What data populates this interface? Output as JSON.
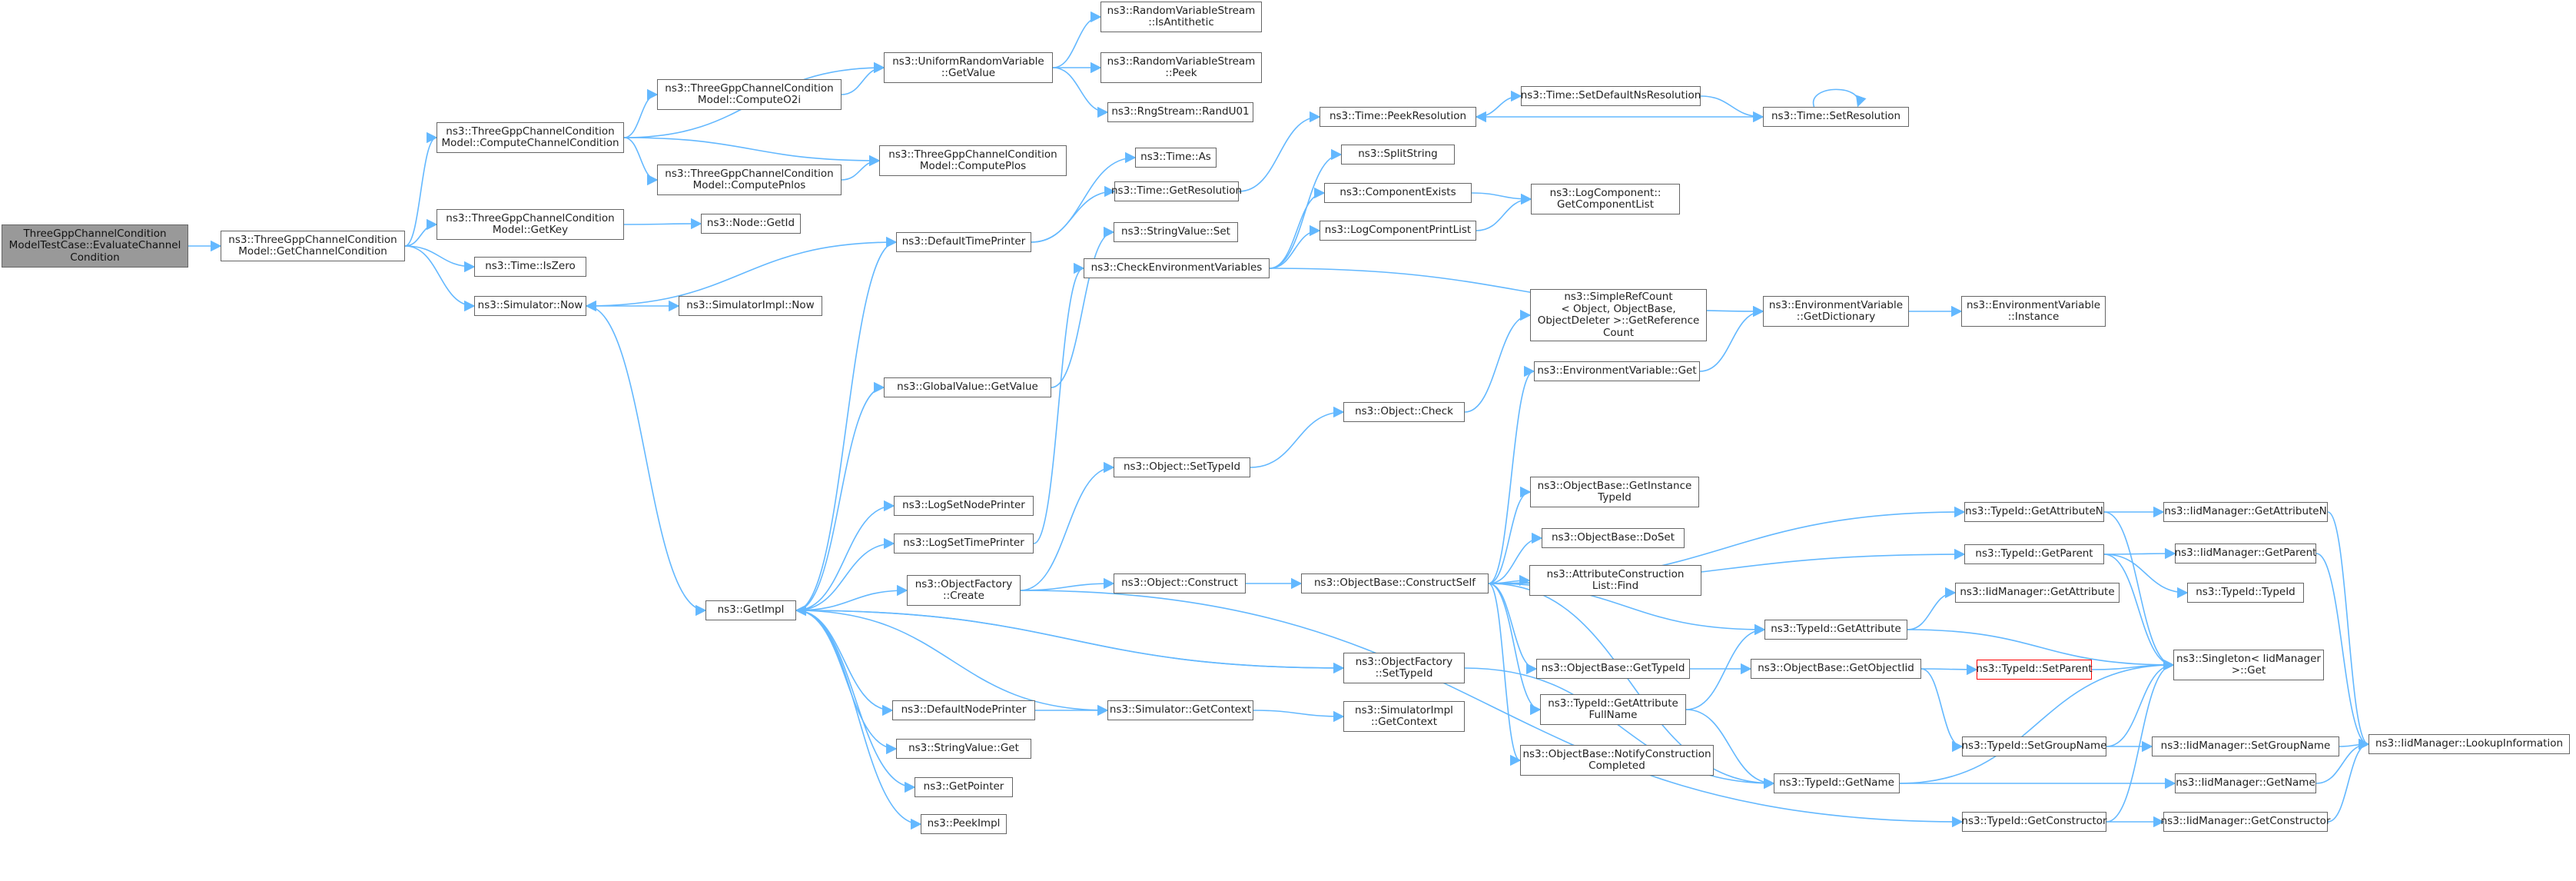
{
  "graph": {
    "nodes": [
      {
        "id": "root",
        "lines": [
          "ThreeGppChannelCondition",
          "ModelTestCase::EvaluateChannel",
          "Condition"
        ]
      },
      {
        "id": "getcc",
        "lines": [
          "ns3::ThreeGppChannelCondition",
          "Model::GetChannelCondition"
        ]
      },
      {
        "id": "computecc",
        "lines": [
          "ns3::ThreeGppChannelCondition",
          "Model::ComputeChannelCondition"
        ]
      },
      {
        "id": "getkey",
        "lines": [
          "ns3::ThreeGppChannelCondition",
          "Model::GetKey"
        ]
      },
      {
        "id": "iszero",
        "lines": [
          "ns3::Time::IsZero"
        ]
      },
      {
        "id": "simnow",
        "lines": [
          "ns3::Simulator::Now"
        ]
      },
      {
        "id": "simimplnow",
        "lines": [
          "ns3::SimulatorImpl::Now"
        ]
      },
      {
        "id": "nodegetid",
        "lines": [
          "ns3::Node::GetId"
        ]
      },
      {
        "id": "o2i",
        "lines": [
          "ns3::ThreeGppChannelCondition",
          "Model::ComputeO2i"
        ]
      },
      {
        "id": "pnlos",
        "lines": [
          "ns3::ThreeGppChannelCondition",
          "Model::ComputePnlos"
        ]
      },
      {
        "id": "plos",
        "lines": [
          "ns3::ThreeGppChannelCondition",
          "Model::ComputePlos"
        ]
      },
      {
        "id": "urv",
        "lines": [
          "ns3::UniformRandomVariable",
          "::GetValue"
        ]
      },
      {
        "id": "isanti",
        "lines": [
          "ns3::RandomVariableStream",
          "::IsAntithetic"
        ]
      },
      {
        "id": "peek",
        "lines": [
          "ns3::RandomVariableStream",
          "::Peek"
        ]
      },
      {
        "id": "randu01",
        "lines": [
          "ns3::RngStream::RandU01"
        ]
      },
      {
        "id": "deftimeprinter",
        "lines": [
          "ns3::DefaultTimePrinter"
        ]
      },
      {
        "id": "timeas",
        "lines": [
          "ns3::Time::As"
        ]
      },
      {
        "id": "getres",
        "lines": [
          "ns3::Time::GetResolution"
        ]
      },
      {
        "id": "peekres",
        "lines": [
          "ns3::Time::PeekResolution"
        ]
      },
      {
        "id": "setdefns",
        "lines": [
          "ns3::Time::SetDefaultNsResolution"
        ]
      },
      {
        "id": "setres",
        "lines": [
          "ns3::Time::SetResolution"
        ]
      },
      {
        "id": "strvalset",
        "lines": [
          "ns3::StringValue::Set"
        ]
      },
      {
        "id": "checkenv",
        "lines": [
          "ns3::CheckEnvironmentVariables"
        ]
      },
      {
        "id": "splitstr",
        "lines": [
          "ns3::SplitString"
        ]
      },
      {
        "id": "compexists",
        "lines": [
          "ns3::ComponentExists"
        ]
      },
      {
        "id": "logcomplist",
        "lines": [
          "ns3::LogComponentPrintList"
        ]
      },
      {
        "id": "getcomplist",
        "lines": [
          "ns3::LogComponent::",
          "GetComponentList"
        ]
      },
      {
        "id": "envgetdict",
        "lines": [
          "ns3::EnvironmentVariable",
          "::GetDictionary"
        ]
      },
      {
        "id": "envinst",
        "lines": [
          "ns3::EnvironmentVariable",
          "::Instance"
        ]
      },
      {
        "id": "refcount",
        "lines": [
          "ns3::SimpleRefCount",
          "< Object, ObjectBase,",
          "ObjectDeleter >::GetReference",
          "Count"
        ]
      },
      {
        "id": "envget",
        "lines": [
          "ns3::EnvironmentVariable::Get"
        ]
      },
      {
        "id": "objcheck",
        "lines": [
          "ns3::Object::Check"
        ]
      },
      {
        "id": "globalgetval",
        "lines": [
          "ns3::GlobalValue::GetValue"
        ]
      },
      {
        "id": "settypeid",
        "lines": [
          "ns3::Object::SetTypeId"
        ]
      },
      {
        "id": "getinsttid",
        "lines": [
          "ns3::ObjectBase::GetInstance",
          "TypeId"
        ]
      },
      {
        "id": "doset",
        "lines": [
          "ns3::ObjectBase::DoSet"
        ]
      },
      {
        "id": "attrfind",
        "lines": [
          "ns3::AttributeConstruction",
          "List::Find"
        ]
      },
      {
        "id": "logsetnode",
        "lines": [
          "ns3::LogSetNodePrinter"
        ]
      },
      {
        "id": "logsettime",
        "lines": [
          "ns3::LogSetTimePrinter"
        ]
      },
      {
        "id": "objfactcreate",
        "lines": [
          "ns3::ObjectFactory",
          "::Create"
        ]
      },
      {
        "id": "objconstruct",
        "lines": [
          "ns3::Object::Construct"
        ]
      },
      {
        "id": "constructself",
        "lines": [
          "ns3::ObjectBase::ConstructSelf"
        ]
      },
      {
        "id": "getimpl",
        "lines": [
          "ns3::GetImpl"
        ]
      },
      {
        "id": "objfactsettid",
        "lines": [
          "ns3::ObjectFactory",
          "::SetTypeId"
        ]
      },
      {
        "id": "defnodeprinter",
        "lines": [
          "ns3::DefaultNodePrinter"
        ]
      },
      {
        "id": "simgetctx",
        "lines": [
          "ns3::Simulator::GetContext"
        ]
      },
      {
        "id": "simimplgetctx",
        "lines": [
          "ns3::SimulatorImpl",
          "::GetContext"
        ]
      },
      {
        "id": "strvalget",
        "lines": [
          "ns3::StringValue::Get"
        ]
      },
      {
        "id": "getpointer",
        "lines": [
          "ns3::GetPointer"
        ]
      },
      {
        "id": "peekimpl",
        "lines": [
          "ns3::PeekImpl"
        ]
      },
      {
        "id": "obgettid",
        "lines": [
          "ns3::ObjectBase::GetTypeId"
        ]
      },
      {
        "id": "getattrfull",
        "lines": [
          "ns3::TypeId::GetAttribute",
          "FullName"
        ]
      },
      {
        "id": "notifycc",
        "lines": [
          "ns3::ObjectBase::NotifyConstruction",
          "Completed"
        ]
      },
      {
        "id": "tidgetattrn",
        "lines": [
          "ns3::TypeId::GetAttributeN"
        ]
      },
      {
        "id": "tidgetparent",
        "lines": [
          "ns3::TypeId::GetParent"
        ]
      },
      {
        "id": "tidgetattr",
        "lines": [
          "ns3::TypeId::GetAttribute"
        ]
      },
      {
        "id": "obgetobjtid",
        "lines": [
          "ns3::ObjectBase::GetObjectIid"
        ]
      },
      {
        "id": "tidsetparent",
        "lines": [
          "ns3::TypeId::SetParent"
        ]
      },
      {
        "id": "tidsetgroup",
        "lines": [
          "ns3::TypeId::SetGroupName"
        ]
      },
      {
        "id": "tidgetname",
        "lines": [
          "ns3::TypeId::GetName"
        ]
      },
      {
        "id": "tidgetctor",
        "lines": [
          "ns3::TypeId::GetConstructor"
        ]
      },
      {
        "id": "iidgetattrn",
        "lines": [
          "ns3::IidManager::GetAttributeN"
        ]
      },
      {
        "id": "iidgetparent",
        "lines": [
          "ns3::IidManager::GetParent"
        ]
      },
      {
        "id": "tidtid",
        "lines": [
          "ns3::TypeId::TypeId"
        ]
      },
      {
        "id": "iidgetattr",
        "lines": [
          "ns3::IidManager::GetAttribute"
        ]
      },
      {
        "id": "singleton",
        "lines": [
          "ns3::Singleton< IidManager",
          ">::Get"
        ]
      },
      {
        "id": "iidsetgroup",
        "lines": [
          "ns3::IidManager::SetGroupName"
        ]
      },
      {
        "id": "iidgetname",
        "lines": [
          "ns3::IidManager::GetName"
        ]
      },
      {
        "id": "iidgetctor",
        "lines": [
          "ns3::IidManager::GetConstructor"
        ]
      },
      {
        "id": "iidlookup",
        "lines": [
          "ns3::IidManager::LookupInformation"
        ]
      }
    ]
  },
  "colors": {
    "edge": "#63b8ff",
    "border": "#666666",
    "root_fill": "#999999",
    "highlight": "#ff0000"
  }
}
